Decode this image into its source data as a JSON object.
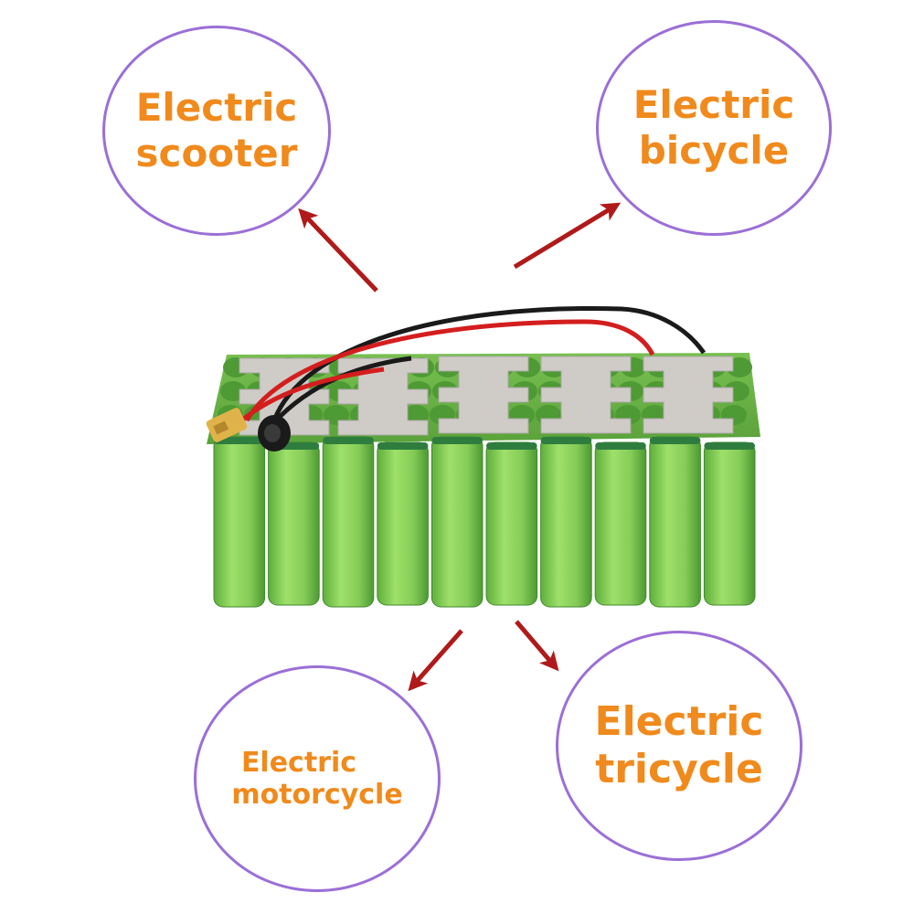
{
  "colors": {
    "label_text": "#f08a1c",
    "bubble_border": "#9b6fd6",
    "arrow": "#b01a1a",
    "cell_green": "#8fd260",
    "cell_wrap": "#2f7d3e",
    "nickel_strip": "#c9c6c2",
    "lead_red": "#d41e1e",
    "lead_black": "#1a1a1a",
    "connector": "#e0b34a"
  },
  "bubbles": {
    "scooter": {
      "line1": "Electric",
      "line2": "scooter"
    },
    "bicycle": {
      "line1": "Electric",
      "line2": "bicycle"
    },
    "motorcycle": {
      "line1": "Electric",
      "line2": "motorcycle"
    },
    "tricycle": {
      "line1": "Electric",
      "line2": "tricycle"
    }
  },
  "icons": {
    "arrows": "arrow-icon",
    "battery": "battery-pack-icon"
  }
}
